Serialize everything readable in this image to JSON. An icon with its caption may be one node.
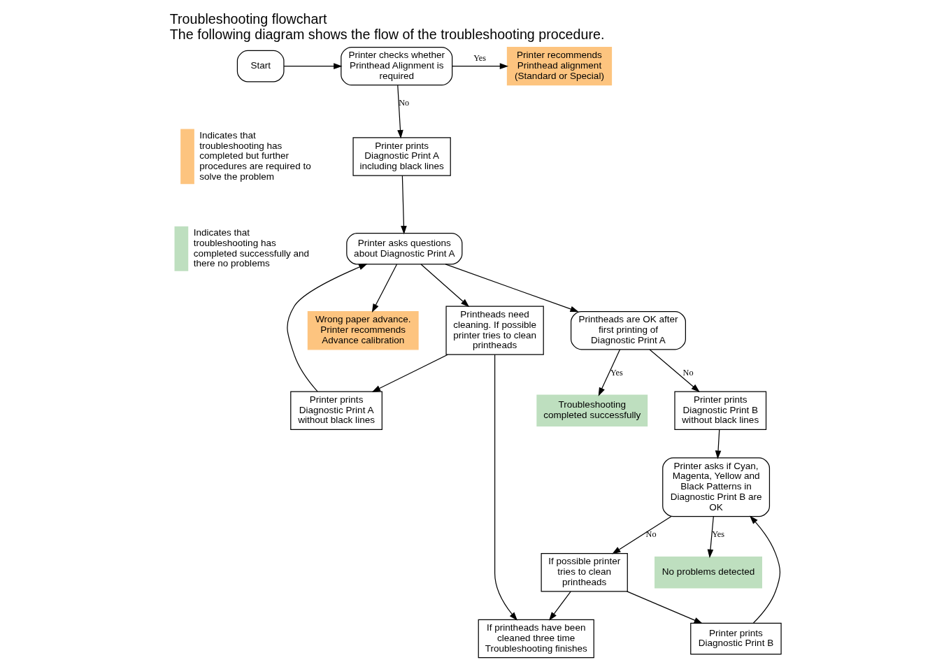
{
  "diagram": {
    "title": "Troubleshooting flowchart",
    "caption": "The following diagram shows the flow of the troubleshooting procedure.",
    "nodes": [
      {
        "text": [
          "Start"
        ]
      },
      {
        "text": [
          "Printer checks whether Printhead Alignment is required"
        ]
      },
      {
        "text": [
          "Printer recommends Printhead alignment (Standard or Special)"
        ]
      },
      {
        "text": [
          "Printer prints Diagnostic Print A including black lines"
        ]
      },
      {
        "text": [
          "Printer prints Diagnostic Print A without black lines"
        ]
      },
      {
        "text": [
          "Wrong paper advance. Printer recommends Advance calibration"
        ]
      },
      {
        "text": [
          "Printer asks questions about Diagnostic Print A"
        ]
      },
      {
        "text": [
          "Printheads need cleaning. If possible printer tries to clean printheads"
        ]
      },
      {
        "text": [
          "Printheads are OK after first printing of Diagnostic Print A"
        ]
      },
      {
        "text": [
          "Printer prints Diagnostic Print B without black lines"
        ]
      },
      {
        "text": [
          "Printer prints Diagnostic Print B"
        ]
      },
      {
        "text": [
          "If printheads have been cleaned three time Troubleshooting finishes"
        ]
      },
      {
        "text": [
          "Printer asks if Cyan, Magenta, Yellow and Black Patterns in Diagnostic Print B are OK"
        ]
      },
      {
        "text": [
          "If possible printer tries to clean printheads"
        ]
      },
      {
        "text": [
          "Troubleshooting completed successfully"
        ]
      },
      {
        "text": [
          "No problems detected"
        ]
      }
    ],
    "edges": [
      {
        "from": 0,
        "to": 1,
        "arrow": "to"
      },
      {
        "from": 1,
        "to": 2,
        "arrow": "to",
        "label": "Yes"
      },
      {
        "from": 1,
        "to": 3,
        "arrow": "to",
        "label": "No"
      },
      {
        "from": 3,
        "to": 6,
        "arrow": "to"
      },
      {
        "from": 4,
        "to": 6,
        "arrow": "to"
      },
      {
        "from": 6,
        "to": 5,
        "arrow": "to"
      },
      {
        "from": 6,
        "to": 7,
        "arrow": "to"
      },
      {
        "from": 7,
        "to": 4,
        "arrow": "to"
      },
      {
        "from": 7,
        "to": 11,
        "arrow": "to"
      },
      {
        "from": 6,
        "to": 8,
        "arrow": "to"
      },
      {
        "from": 8,
        "to": 14,
        "arrow": "to",
        "label": "Yes"
      },
      {
        "from": 8,
        "to": 9,
        "arrow": "to",
        "label": "No"
      },
      {
        "from": 9,
        "to": 12,
        "arrow": "to"
      },
      {
        "from": 10,
        "to": 12,
        "arrow": "to"
      },
      {
        "from": 12,
        "to": 13,
        "arrow": "to",
        "label": "No"
      },
      {
        "from": 12,
        "to": 15,
        "arrow": "to",
        "label": "Yes"
      },
      {
        "from": 13,
        "to": 10,
        "arrow": "to"
      },
      {
        "from": 13,
        "to": 11,
        "arrow": "to"
      }
    ],
    "legend": [
      {
        "text": "Indicates that troubleshooting has completed but further procedures are required to solve the problem",
        "color": "#fdc47f"
      },
      {
        "text": "Indicates that troubleshooting has completed successfully and there no problems",
        "color": "#bedfbf"
      }
    ]
  }
}
